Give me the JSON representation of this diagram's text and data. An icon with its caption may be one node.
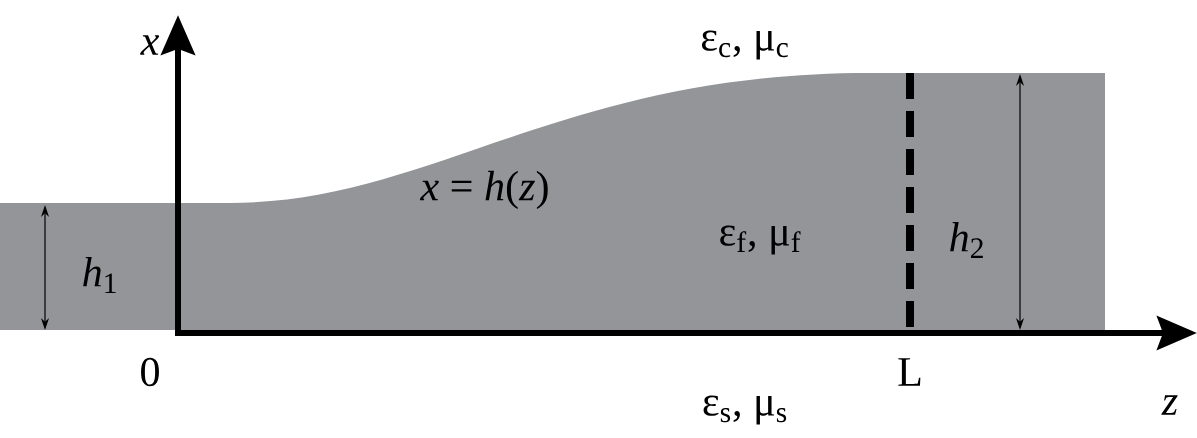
{
  "diagram": {
    "labels": [
      "x",
      "ε$_{c}$, μ$_{c}$",
      "*x* = *h*(*z*)",
      "ε$_{f}$, μ$_{f}$",
      "*h*$_{2}$",
      "*h*$_{1}$",
      "0",
      "L",
      "z",
      "ε$_{s}$, μ$_{s}$"
    ]
  }
}
